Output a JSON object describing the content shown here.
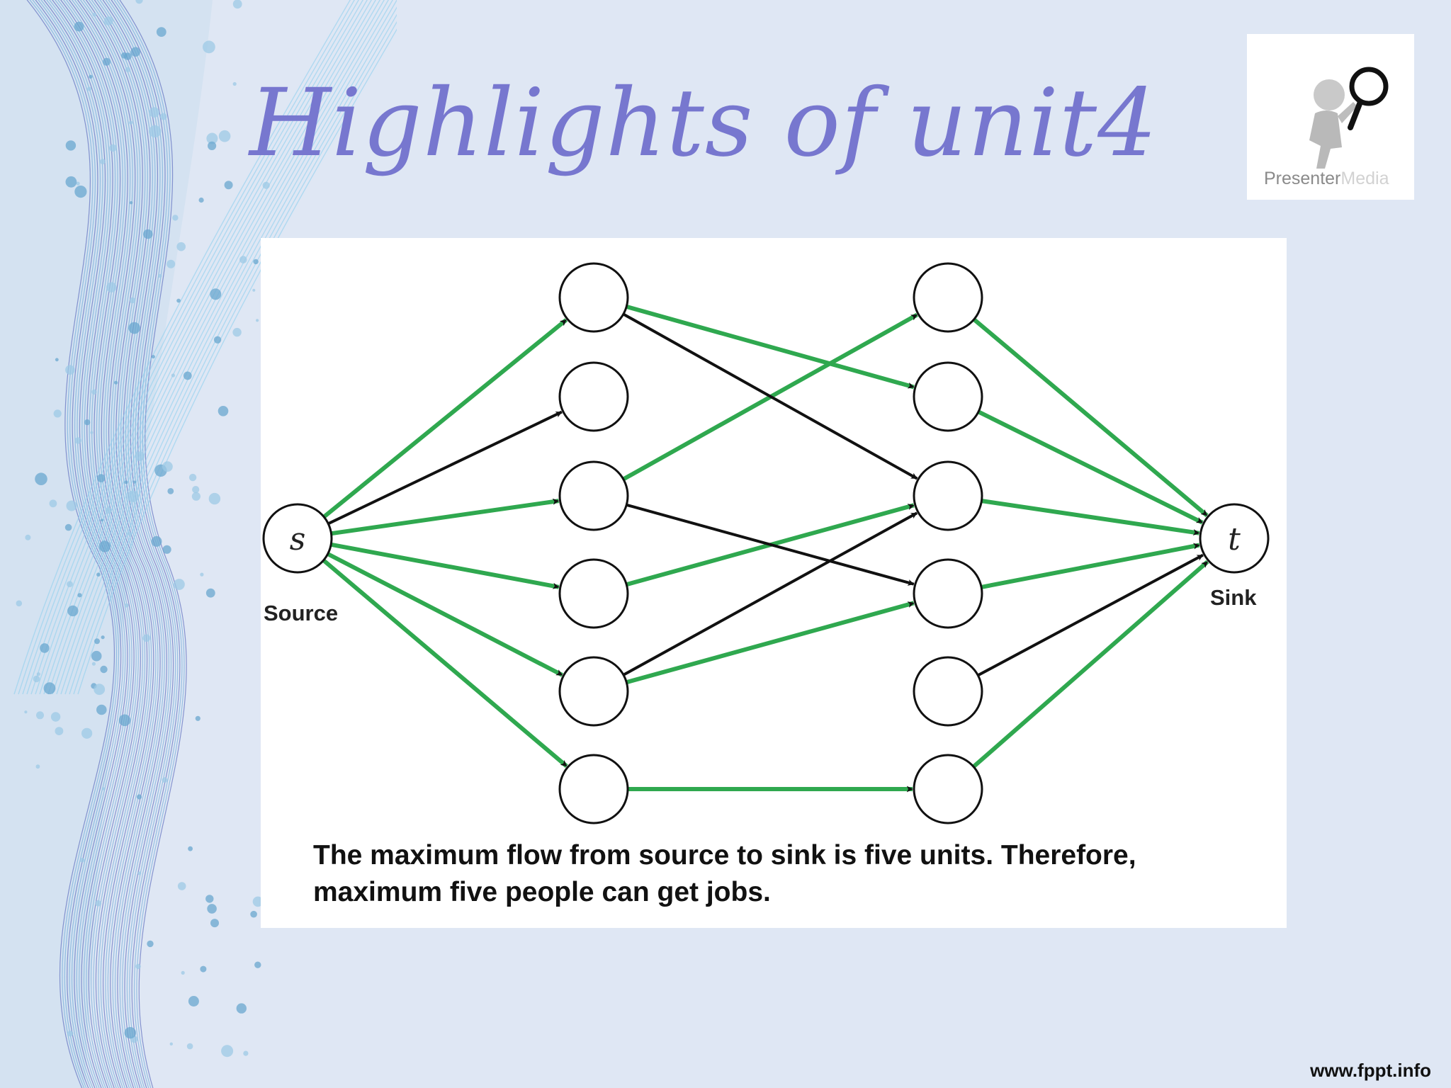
{
  "slide": {
    "title": "Highlights of unit4",
    "footer": "www.fppt.info"
  },
  "logo": {
    "brand_part1": "Presenter",
    "brand_part2": "Media",
    "icon": "figure-with-magnifier-icon"
  },
  "diagram": {
    "source": {
      "symbol": "s",
      "label": "Source"
    },
    "sink": {
      "symbol": "t",
      "label": "Sink"
    },
    "left_column_count": 6,
    "right_column_count": 6,
    "colors": {
      "flow": "#2fa84f",
      "no_flow": "#111111",
      "node": "#111111"
    },
    "edges": [
      {
        "from": "s",
        "to": "L1",
        "flow": true
      },
      {
        "from": "s",
        "to": "L2",
        "flow": false
      },
      {
        "from": "s",
        "to": "L3",
        "flow": true
      },
      {
        "from": "s",
        "to": "L4",
        "flow": true
      },
      {
        "from": "s",
        "to": "L5",
        "flow": true
      },
      {
        "from": "s",
        "to": "L6",
        "flow": true
      },
      {
        "from": "L1",
        "to": "R2",
        "flow": true
      },
      {
        "from": "L1",
        "to": "R3",
        "flow": false
      },
      {
        "from": "L3",
        "to": "R1",
        "flow": true
      },
      {
        "from": "L3",
        "to": "R4",
        "flow": false
      },
      {
        "from": "L4",
        "to": "R3",
        "flow": true
      },
      {
        "from": "L5",
        "to": "R3",
        "flow": false
      },
      {
        "from": "L5",
        "to": "R4",
        "flow": true
      },
      {
        "from": "L6",
        "to": "R6",
        "flow": true
      },
      {
        "from": "R1",
        "to": "t",
        "flow": true
      },
      {
        "from": "R2",
        "to": "t",
        "flow": true
      },
      {
        "from": "R3",
        "to": "t",
        "flow": true
      },
      {
        "from": "R4",
        "to": "t",
        "flow": true
      },
      {
        "from": "R5",
        "to": "t",
        "flow": false
      },
      {
        "from": "R6",
        "to": "t",
        "flow": true
      }
    ],
    "caption_line1": "The maximum flow from source to sink is five units. Therefore,",
    "caption_line2": "maximum five people can get jobs."
  }
}
